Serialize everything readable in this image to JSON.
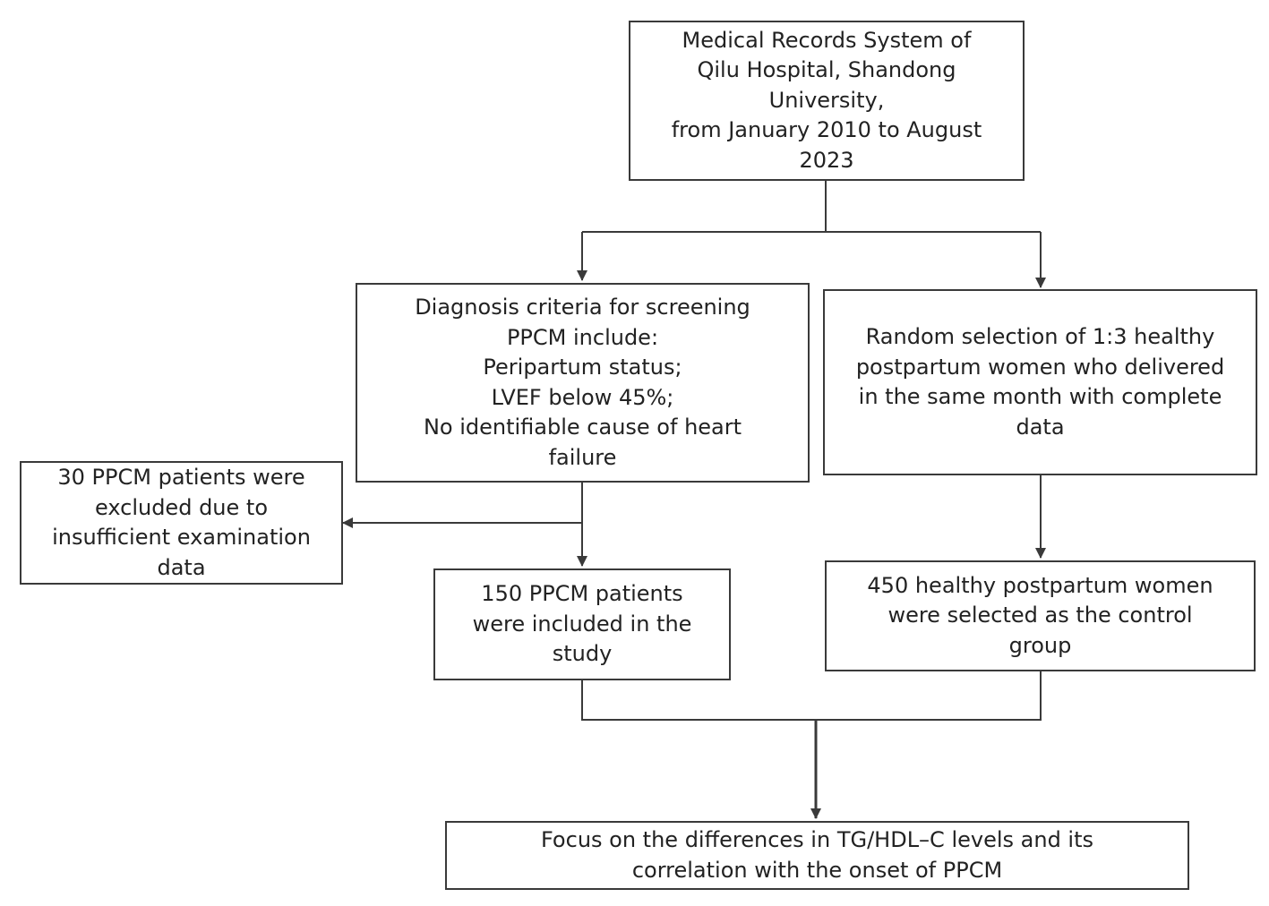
{
  "colors": {
    "line": "#3a3a3a",
    "text": "#222222",
    "background": "#ffffff"
  },
  "boxes": {
    "source": {
      "lines": [
        "Medical Records System of",
        "Qilu Hospital, Shandong",
        "University,",
        "from January 2010  to August",
        "2023"
      ]
    },
    "criteria": {
      "lines": [
        "Diagnosis criteria for screening",
        "PPCM include:",
        "Peripartum status;",
        "LVEF below 45%;",
        "No identifiable cause of heart",
        "failure"
      ]
    },
    "random_selection": {
      "lines": [
        "Random selection of 1:3 healthy",
        "postpartum women who delivered",
        "in the same month with complete",
        "data"
      ]
    },
    "excluded": {
      "lines": [
        "30 PPCM patients were",
        "excluded due to",
        "insufficient examination",
        "data"
      ]
    },
    "included": {
      "lines": [
        "150 PPCM patients",
        "were included in the",
        "study"
      ]
    },
    "control": {
      "lines": [
        "450 healthy postpartum women",
        "were selected as the control",
        "group"
      ]
    },
    "focus": {
      "lines": [
        "Focus on the differences in TG/HDL–C levels and its",
        "correlation with the onset of PPCM"
      ]
    }
  }
}
